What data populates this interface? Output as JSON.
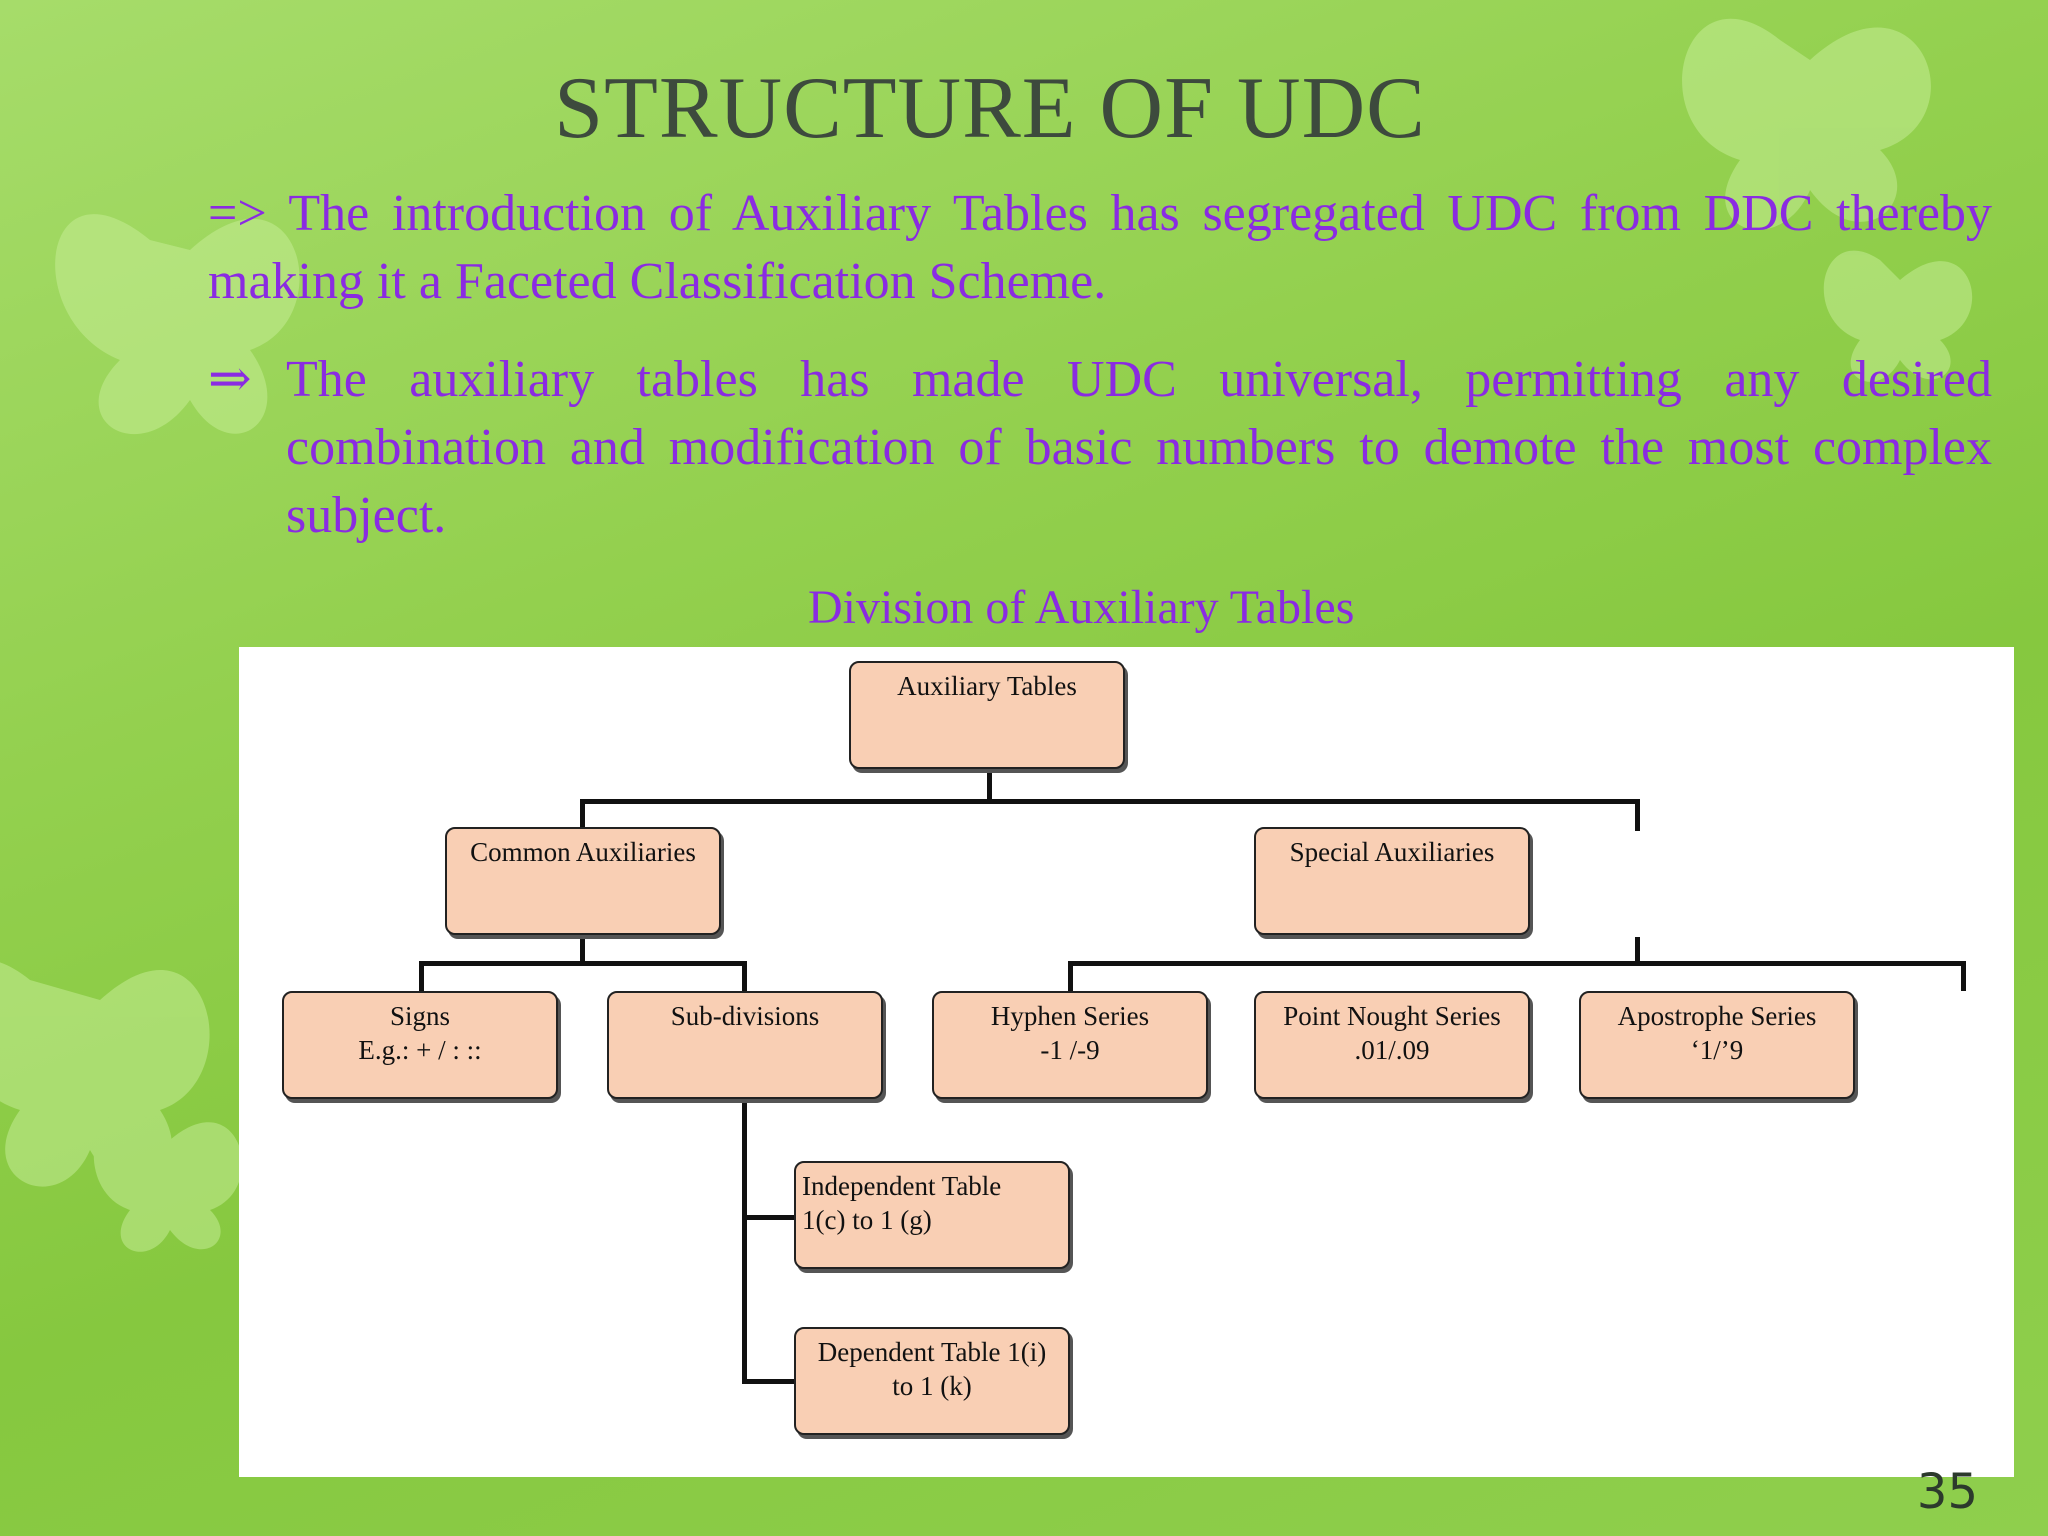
{
  "slide": {
    "title": "STRUCTURE OF UDC",
    "paragraph1": "=>  The introduction of Auxiliary Tables has segregated UDC from DDC thereby making it a Faceted Classification Scheme.",
    "paragraph2_bullet": "⇒",
    "paragraph2": "The auxiliary tables has made UDC universal, permitting any desired combination and modification of basic numbers to demote the most complex subject.",
    "diagram_caption": "Division of Auxiliary Tables",
    "page_number": "35"
  },
  "diagram": {
    "root": "Auxiliary Tables",
    "common": "Common Auxiliaries",
    "special": "Special Auxiliaries",
    "signs": {
      "title": "Signs",
      "example": "E.g.: + / : ::"
    },
    "subdivisions": "Sub-divisions",
    "hyphen": {
      "title": "Hyphen Series",
      "example": "-1 /-9"
    },
    "point": {
      "title": "Point Nought Series",
      "example": ".01/.09"
    },
    "apostrophe": {
      "title": "Apostrophe Series",
      "example": "‘1/’9"
    },
    "independent": {
      "title": "Independent Table",
      "example": "1(c) to 1 (g)"
    },
    "dependent": {
      "title": "Dependent Table 1(i)",
      "example": "to 1 (k)"
    }
  }
}
